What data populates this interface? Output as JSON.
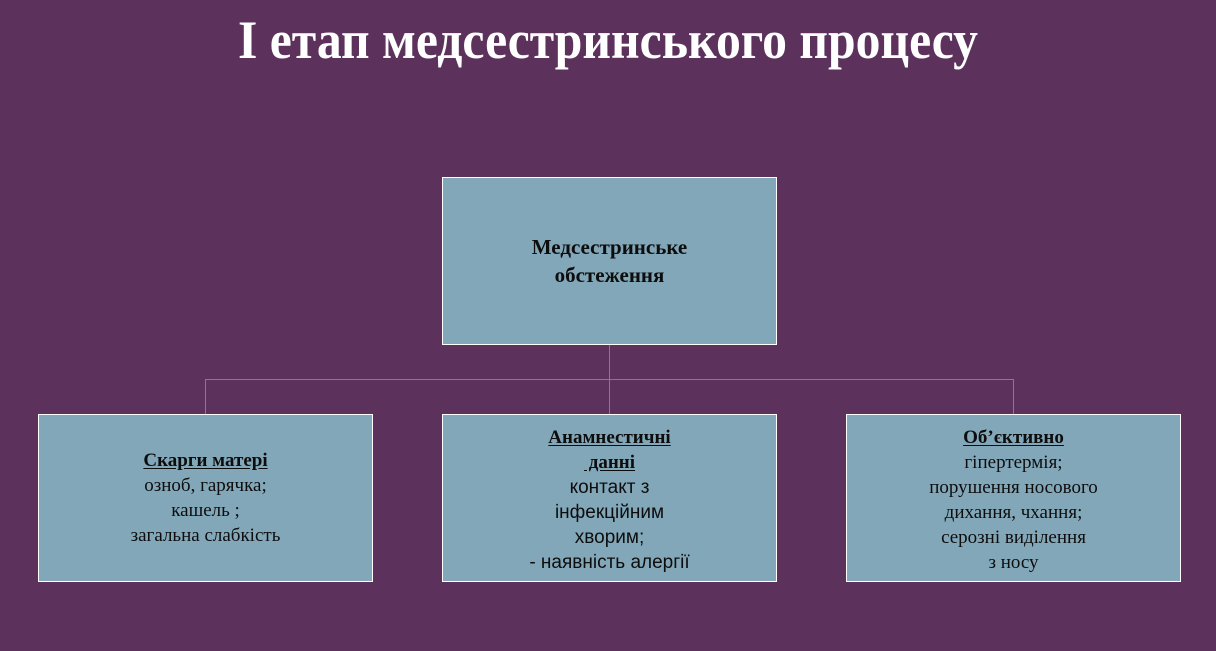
{
  "slide": {
    "title": "І етап медсестринського процесу",
    "colors": {
      "background": "#5c325c",
      "box_fill": "#82a7b9",
      "box_border": "#ffffff",
      "connector": "#6f8595",
      "title_text": "#ffffff",
      "box_text": "#0d0d0d"
    }
  },
  "diagram": {
    "root": {
      "label": "Медсестринське обстеження"
    },
    "children": [
      {
        "heading": "Скарги матері",
        "lines": [
          "озноб, гарячка;",
          "кашель ;",
          "загальна слабкість"
        ]
      },
      {
        "heading_lines": [
          "Анамнестичні",
          " данні"
        ],
        "lines": [
          "контакт з",
          "інфекційним",
          "хворим;",
          "- наявність алергії"
        ]
      },
      {
        "heading": "Об’єктивно",
        "lines": [
          "гіпертермія;",
          "порушення носового",
          "дихання, чхання;",
          "серозні виділення",
          "з носу"
        ]
      }
    ]
  }
}
